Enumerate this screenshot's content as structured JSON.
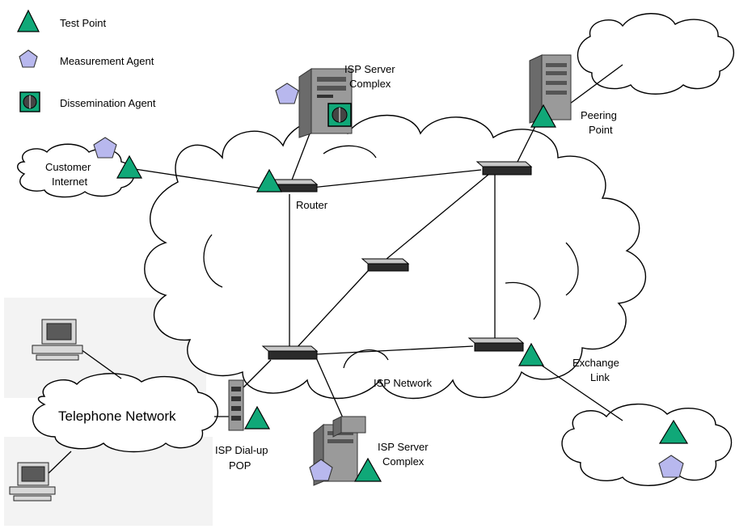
{
  "legend": {
    "test_point": "Test Point",
    "measurement_agent": "Measurement Agent",
    "dissemination_agent": "Dissemination Agent"
  },
  "labels": {
    "isp_server_complex_top_l1": "ISP Server",
    "isp_server_complex_top_l2": "Complex",
    "peering_point_l1": "Peering",
    "peering_point_l2": "Point",
    "customer_internet_l1": "Customer",
    "customer_internet_l2": "Internet",
    "router": "Router",
    "isp_network": "ISP Network",
    "exchange_link_l1": "Exchange",
    "exchange_link_l2": "Link",
    "telephone_network": "Telephone Network",
    "isp_dialup_pop_l1": "ISP Dial-up",
    "isp_dialup_pop_l2": "POP",
    "isp_server_complex_bottom_l1": "ISP Server",
    "isp_server_complex_bottom_l2": "Complex"
  },
  "colors": {
    "test_point": "#10a878",
    "measurement_agent": "#b8b8ee",
    "dissemination_agent": "#10a878"
  },
  "icons": [
    "test-point-triangle-icon",
    "measurement-agent-pentagon-icon",
    "dissemination-agent-icon",
    "router-icon",
    "server-icon",
    "computer-icon",
    "cloud-icon"
  ]
}
